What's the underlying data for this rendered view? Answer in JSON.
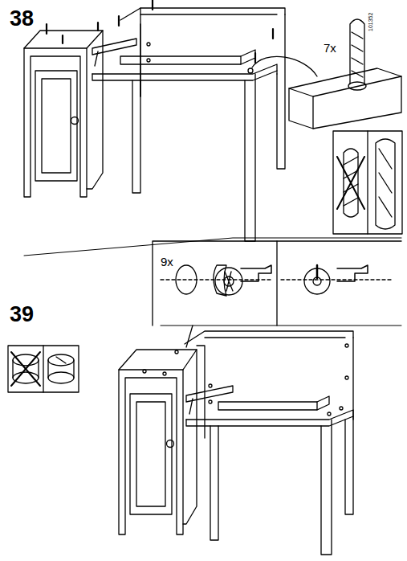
{
  "diagram": {
    "labels": [
      "38",
      "7x",
      "101352",
      "39",
      "9x"
    ]
  }
}
